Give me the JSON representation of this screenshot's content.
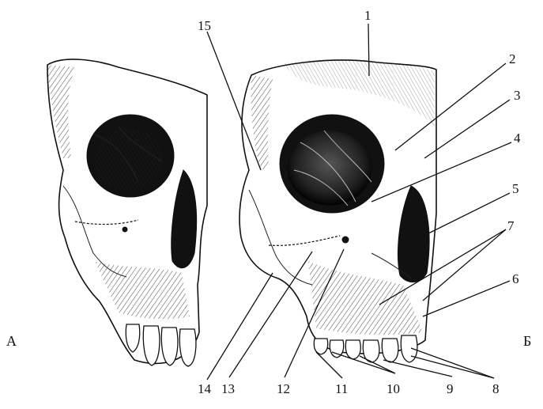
{
  "panels": {
    "left": "А",
    "right": "Б"
  },
  "labels": [
    "1",
    "2",
    "3",
    "4",
    "5",
    "6",
    "7",
    "8",
    "9",
    "10",
    "11",
    "12",
    "13",
    "14",
    "15"
  ]
}
